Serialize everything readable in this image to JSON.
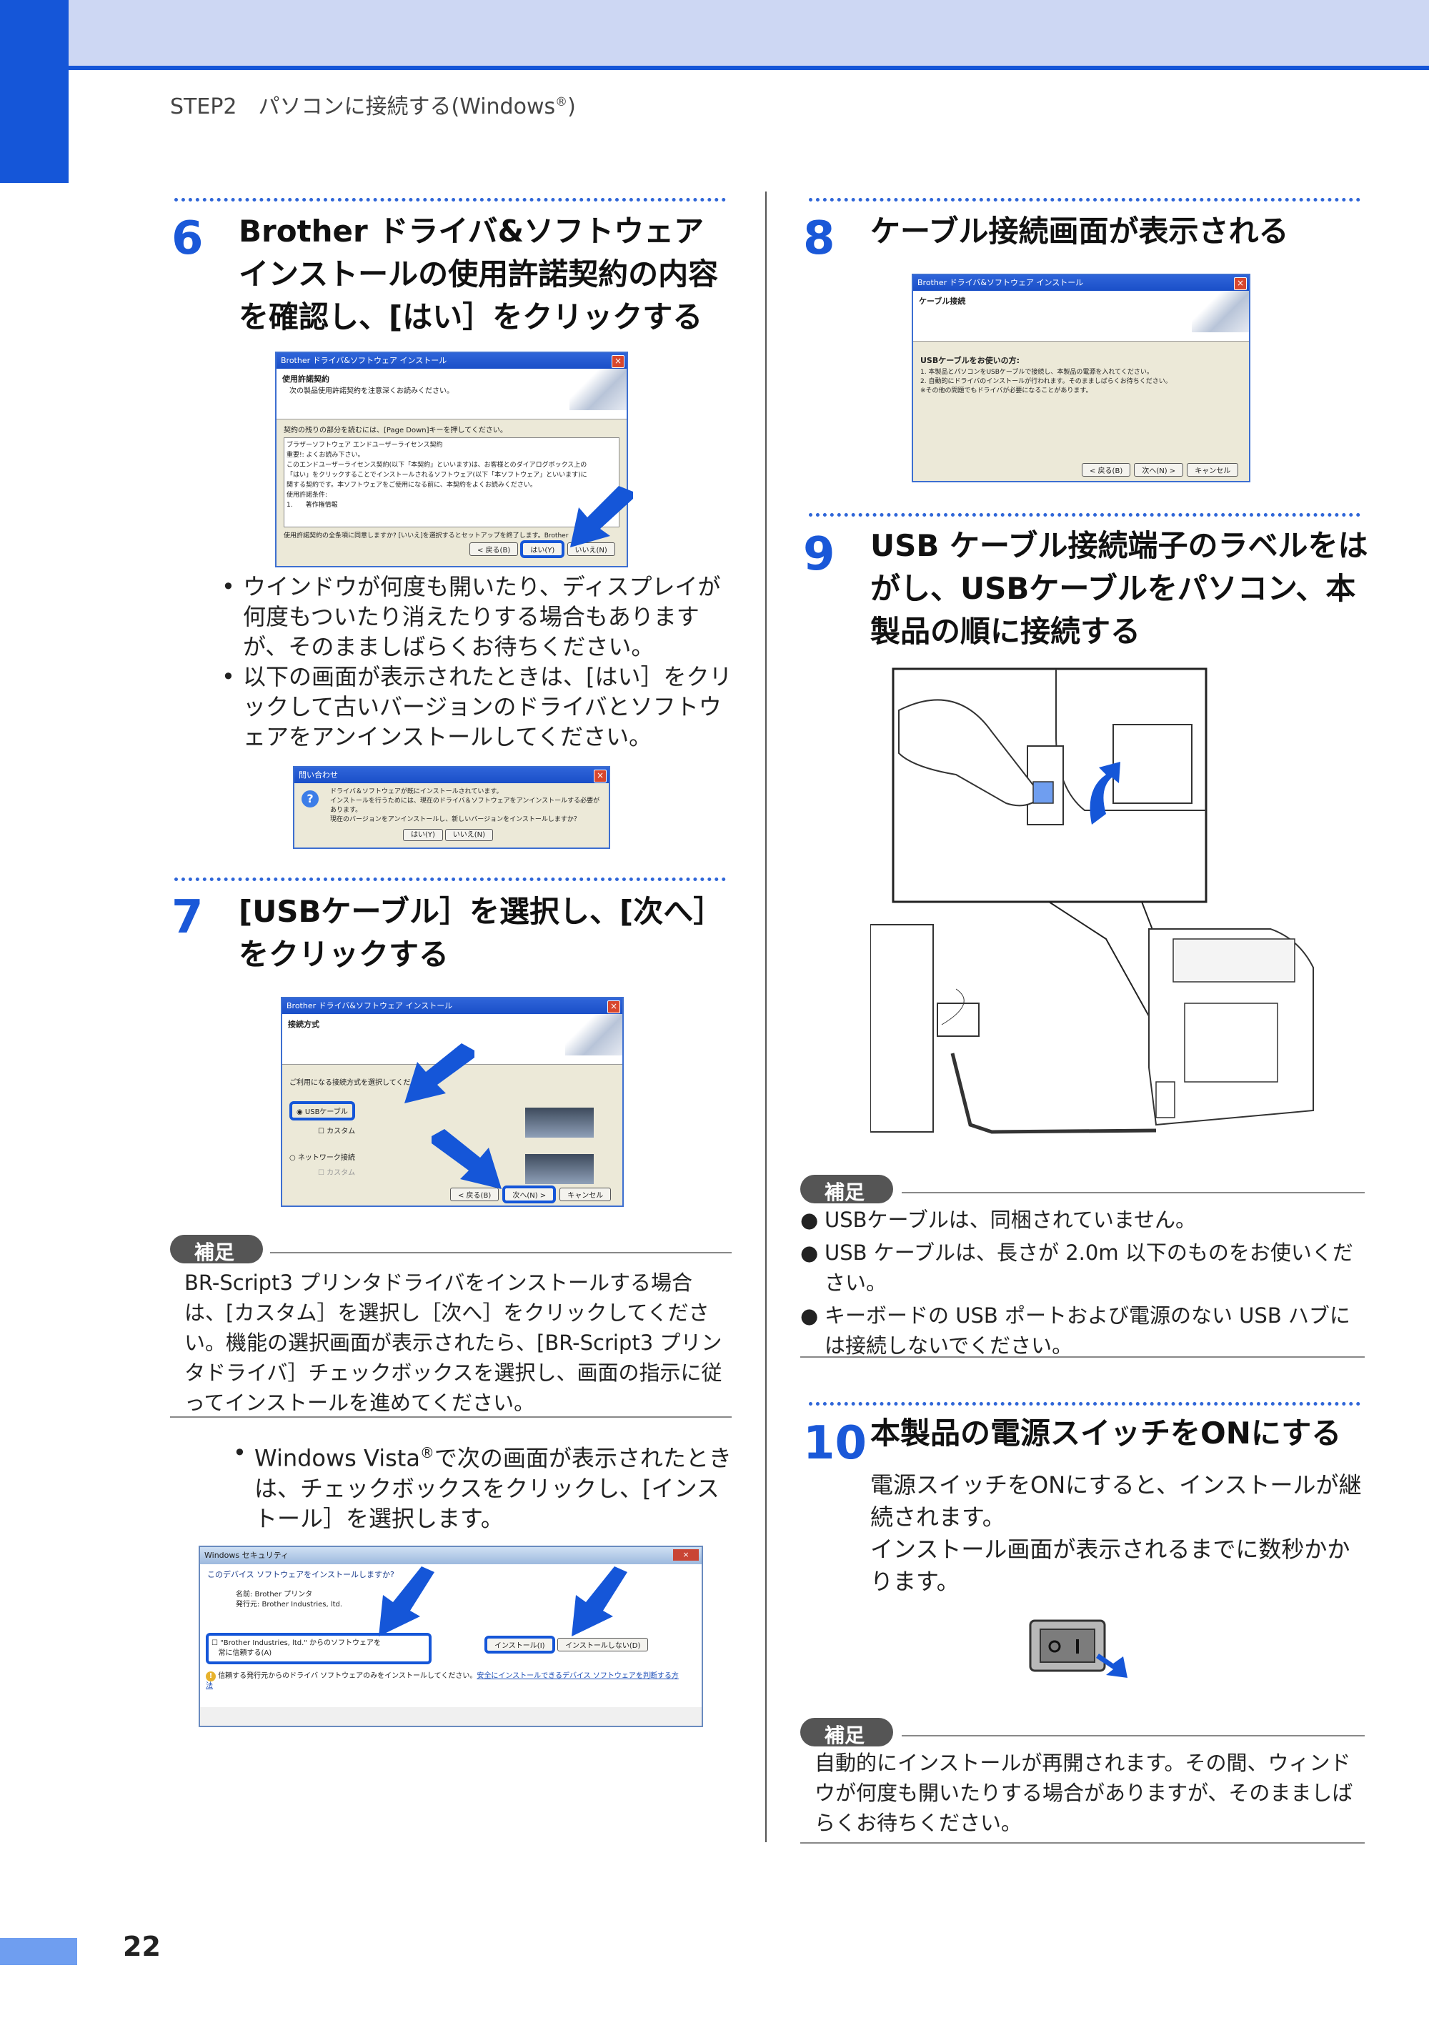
{
  "header": {
    "text": "STEP2　パソコンに接続する(Windows",
    "sup": "®",
    "close": ")"
  },
  "page_number": "22",
  "hosoku": {
    "badge": "補足"
  },
  "step6": {
    "num": "6",
    "title": "Brother ドライバ&ソフトウェア インストールの使用許諾契約の内容を確認し、[はい］をクリックする",
    "shot": {
      "title": "Brother ドライバ&ソフトウェア インストール",
      "header": "使用許諾契約",
      "sub": "次の製品使用許諾契約を注意深くお読みください。",
      "line": "契約の残りの部分を読むには、[Page Down]キーを押してください。",
      "license": [
        "ブラザーソフトウェア エンドユーザーライセンス契約",
        "重要!: よくお読み下さい。",
        "このエンドユーザーライセンス契約(以下「本契約」といいます)は、お客様とのダイアログボックス上の",
        "「はい」をクリックすることでインストールされるソフトウェア(以下「本ソフトウェア」といいます)に",
        "関する契約です。本ソフトウェアをご使用になる前に、本契約をよくお読みください。",
        "",
        "使用許諾条件:",
        "1.　　著作権情報"
      ],
      "question": "使用許諾契約の全条項に同意しますか? [いいえ]を選択するとセットアップを終了します。Brother",
      "back": "< 戻る(B)",
      "yes": "はい(Y)",
      "no": "いいえ(N)"
    },
    "bullets": [
      "ウインドウが何度も開いたり、ディスプレイが何度もついたり消えたりする場合もありますが、そのまましばらくお待ちください。",
      "以下の画面が表示されたときは、[はい］をクリックして古いバージョンのドライバとソフトウェアをアンインストールしてください。"
    ],
    "dialog": {
      "title": "問い合わせ",
      "msg1": "ドライバ＆ソフトウェアが既にインストールされています。",
      "msg2": "インストールを行うためには、現在のドライバ＆ソフトウェアをアンインストールする必要があります。",
      "msg3": "現在のバージョンをアンインストールし、新しいバージョンをインストールしますか？",
      "yes": "はい(Y)",
      "no": "いいえ(N)"
    }
  },
  "step7": {
    "num": "7",
    "title": "[USBケーブル］を選択し、[次へ］をクリックする",
    "shot": {
      "title": "Brother ドライバ&ソフトウェア インストール",
      "header": "接続方式",
      "prompt": "ご利用になる接続方式を選択してください",
      "usb": "USBケーブル",
      "custom": "カスタム",
      "network": "ネットワーク接続",
      "custom2": "カスタム",
      "back": "< 戻る(B)",
      "next": "次へ(N) >",
      "cancel": "キャンセル"
    },
    "note": "BR-Script3 プリンタドライバをインストールする場合は、[カスタム］を選択し［次へ］をクリックしてください。機能の選択画面が表示されたら、[BR-Script3 プリンタドライバ］チェックボックスを選択し、画面の指示に従ってインストールを進めてください。",
    "vista_pre": "Windows Vista",
    "vista_sup": "®",
    "vista_post": "で次の画面が表示されたときは、チェックボックスをクリックし、[インストール］を選択します。",
    "vista": {
      "title": "Windows セキュリティ",
      "question": "このデバイス ソフトウェアをインストールしますか?",
      "name": "名前: Brother プリンタ",
      "publisher": "発行元: Brother Industries, ltd.",
      "always": "\"Brother Industries, ltd.\" からのソフトウェアを",
      "always2": "常に信頼する(A)",
      "install": "インストール(I)",
      "noinstall": "インストールしない(D)",
      "warn": "信頼する発行元からのドライバ ソフトウェアのみをインストールしてください。",
      "link": "安全にインストールできるデバイス ソフトウェアを判断する方法"
    }
  },
  "step8": {
    "num": "8",
    "title": "ケーブル接続画面が表示される",
    "shot": {
      "title": "Brother ドライバ&ソフトウェア インストール",
      "header": "ケーブル接続",
      "usbtitle": "USBケーブルをお使いの方:",
      "l1": "1. 本製品とパソコンをUSBケーブルで接続し、本製品の電源を入れてください。",
      "l2": "2. 自動的にドライバのインストールが行われます。そのまましばらくお待ちください。",
      "l3": "※その他の問題でもドライバが必要になることがあります。",
      "back": "< 戻る(B)",
      "next": "次へ(N) >",
      "cancel": "キャンセル"
    }
  },
  "step9": {
    "num": "9",
    "title": "USB ケーブル接続端子のラベルをはがし、USBケーブルをパソコン、本製品の順に接続する",
    "notes": [
      "USBケーブルは、同梱されていません。",
      "USB ケーブルは、長さが 2.0m 以下のものをお使いください。",
      "キーボードの USB ポートおよび電源のない USB ハブには接続しないでください。"
    ]
  },
  "step10": {
    "num": "10",
    "title": "本製品の電源スイッチをONにする",
    "body1": "電源スイッチをONにすると、インストールが継続されます。",
    "body2": "インストール画面が表示されるまでに数秒かかります。",
    "note": "自動的にインストールが再開されます。その間、ウィンドウが何度も開いたりする場合がありますが、そのまましばらくお待ちください。"
  }
}
